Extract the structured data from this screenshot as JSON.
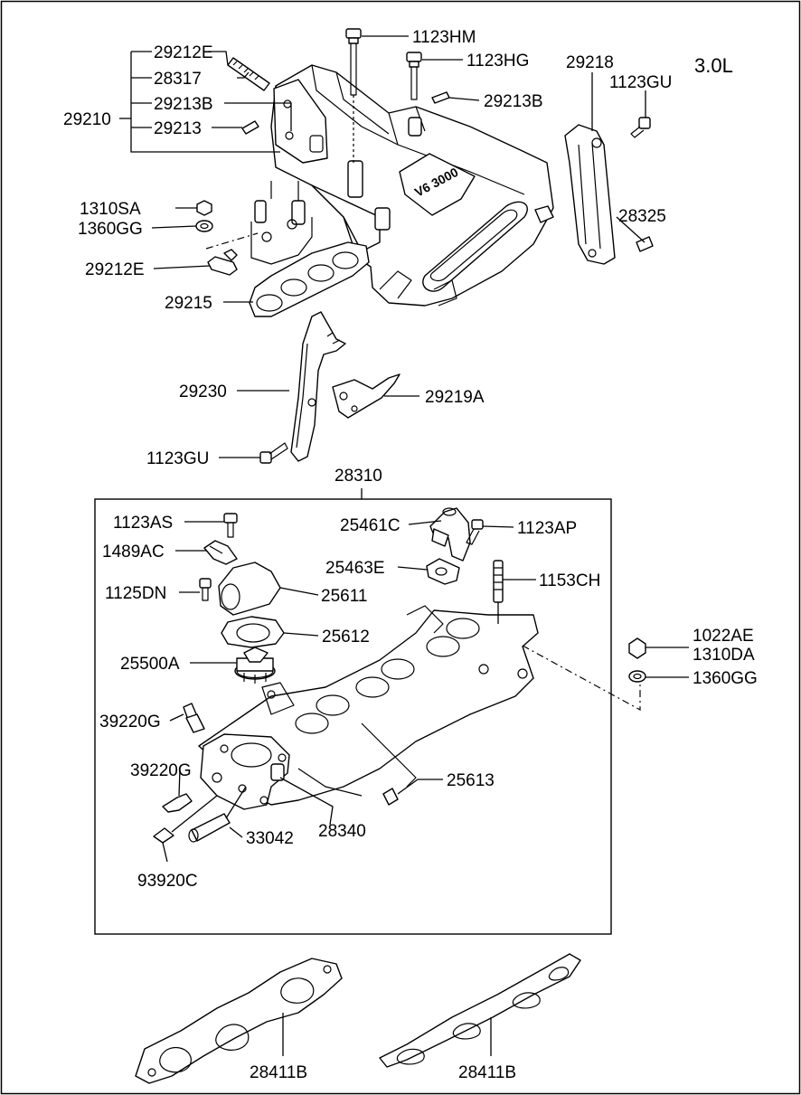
{
  "engine": "3.0L",
  "labels": {
    "l29212E_top": "29212E",
    "l28317": "28317",
    "l29213B_left": "29213B",
    "l29213": "29213",
    "l29210": "29210",
    "l1123HM": "1123HM",
    "l1123HG": "1123HG",
    "l29213B_right": "29213B",
    "l29218": "29218",
    "l1123GU_top": "1123GU",
    "l28325": "28325",
    "l1310SA": "1310SA",
    "l1360GG_top": "1360GG",
    "l29212E_bottom": "29212E",
    "l29215": "29215",
    "l29230": "29230",
    "l29219A": "29219A",
    "l1123GU_bottom": "1123GU",
    "l28310": "28310",
    "l1123AS": "1123AS",
    "l1489AC": "1489AC",
    "l1125DN": "1125DN",
    "l25611": "25611",
    "l25612": "25612",
    "l25500A": "25500A",
    "l39220G_a": "39220G",
    "l39220G_b": "39220G",
    "l25461C": "25461C",
    "l1123AP": "1123AP",
    "l25463E": "25463E",
    "l1153CH": "1153CH",
    "l1022AE": "1022AE",
    "l1310DA": "1310DA",
    "l1360GG_right": "1360GG",
    "l25613": "25613",
    "l28340": "28340",
    "l33042": "33042",
    "l93920C": "93920C",
    "l28411B_left": "28411B",
    "l28411B_right": "28411B"
  },
  "casting_text": "V6 3000"
}
